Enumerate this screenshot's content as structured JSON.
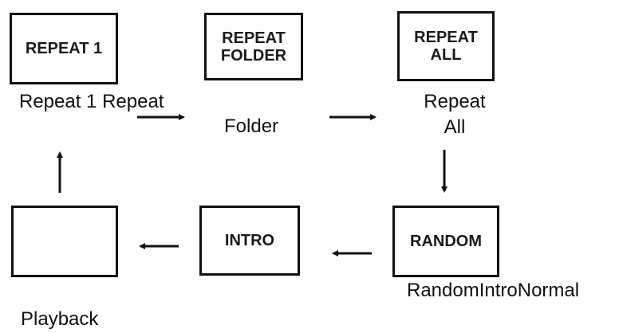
{
  "diagram": {
    "boxes": {
      "repeat_1": "REPEAT 1",
      "repeat_folder": "REPEAT\nFOLDER",
      "repeat_all": "REPEAT\nALL",
      "random": "RANDOM",
      "intro": "INTRO",
      "playback": ""
    },
    "captions": {
      "top_left": "Repeat 1 Repeat",
      "folder": "Folder",
      "repeat_all": "Repeat\nAll",
      "bottom_right": "RandomIntroNormal",
      "playback": "Playback"
    },
    "colors": {
      "stroke": "#111111",
      "background": "#ffffff"
    }
  }
}
